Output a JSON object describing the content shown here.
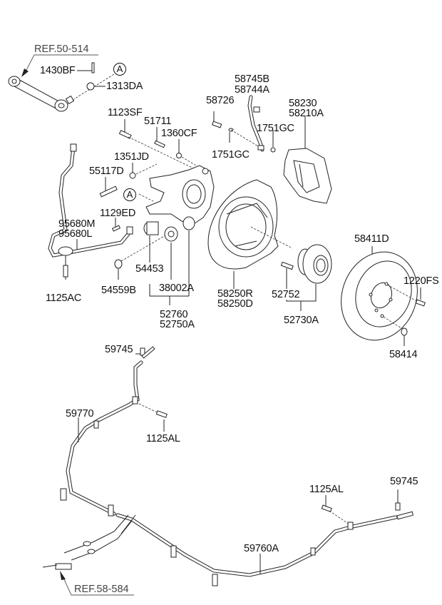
{
  "diagram": {
    "title": "Rear Axle / Brake / Parking Brake Cable Parts Diagram",
    "references": [
      {
        "id": "ref-top",
        "text": "REF.50-514"
      },
      {
        "id": "ref-bottom",
        "text": "REF.58-584"
      }
    ],
    "callouts": [
      {
        "id": "callout-a-top",
        "text": "A"
      },
      {
        "id": "callout-a-knuckle",
        "text": "A"
      }
    ],
    "parts": [
      {
        "id": "p-1430bf",
        "label": "1430BF"
      },
      {
        "id": "p-1313da",
        "label": "1313DA"
      },
      {
        "id": "p-1123sf",
        "label": "1123SF"
      },
      {
        "id": "p-51711",
        "label": "51711"
      },
      {
        "id": "p-1360cf",
        "label": "1360CF"
      },
      {
        "id": "p-1351jd",
        "label": "1351JD"
      },
      {
        "id": "p-55117d",
        "label": "55117D"
      },
      {
        "id": "p-1129ed",
        "label": "1129ED"
      },
      {
        "id": "p-95680m",
        "label": "95680M"
      },
      {
        "id": "p-95680l",
        "label": "95680L"
      },
      {
        "id": "p-1125ac",
        "label": "1125AC"
      },
      {
        "id": "p-54559b",
        "label": "54559B"
      },
      {
        "id": "p-54453",
        "label": "54453"
      },
      {
        "id": "p-38002a",
        "label": "38002A"
      },
      {
        "id": "p-52760",
        "label": "52760"
      },
      {
        "id": "p-52750a",
        "label": "52750A"
      },
      {
        "id": "p-58726",
        "label": "58726"
      },
      {
        "id": "p-58745b",
        "label": "58745B"
      },
      {
        "id": "p-58744a",
        "label": "58744A"
      },
      {
        "id": "p-1751gc-a",
        "label": "1751GC"
      },
      {
        "id": "p-1751gc-b",
        "label": "1751GC"
      },
      {
        "id": "p-58230",
        "label": "58230"
      },
      {
        "id": "p-58210a",
        "label": "58210A"
      },
      {
        "id": "p-58250r",
        "label": "58250R"
      },
      {
        "id": "p-58250d",
        "label": "58250D"
      },
      {
        "id": "p-52752",
        "label": "52752"
      },
      {
        "id": "p-52730a",
        "label": "52730A"
      },
      {
        "id": "p-58411d",
        "label": "58411D"
      },
      {
        "id": "p-1220fs",
        "label": "1220FS"
      },
      {
        "id": "p-58414",
        "label": "58414"
      },
      {
        "id": "p-59745-a",
        "label": "59745"
      },
      {
        "id": "p-59770",
        "label": "59770"
      },
      {
        "id": "p-1125al-a",
        "label": "1125AL"
      },
      {
        "id": "p-1125al-b",
        "label": "1125AL"
      },
      {
        "id": "p-59745-b",
        "label": "59745"
      },
      {
        "id": "p-59760a",
        "label": "59760A"
      }
    ]
  }
}
